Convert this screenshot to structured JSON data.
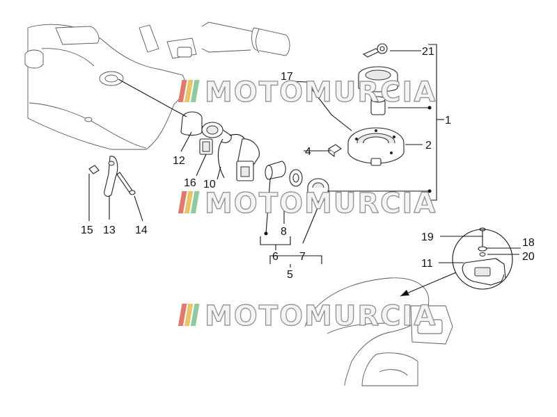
{
  "watermark": {
    "text": "MOTOMURCIA",
    "stripe_colors": [
      "#e07a6e",
      "#e9c46a",
      "#8fc9a0"
    ]
  },
  "callouts": {
    "c1": "1",
    "c2": "2",
    "c4": "4",
    "c5": "5",
    "c6": "6",
    "c7": "7",
    "c8": "8",
    "c10": "10",
    "c11": "11",
    "c12": "12",
    "c13": "13",
    "c14": "14",
    "c15": "15",
    "c16": "16",
    "c17": "17",
    "c18": "18",
    "c19": "19",
    "c20": "20",
    "c21": "21"
  }
}
